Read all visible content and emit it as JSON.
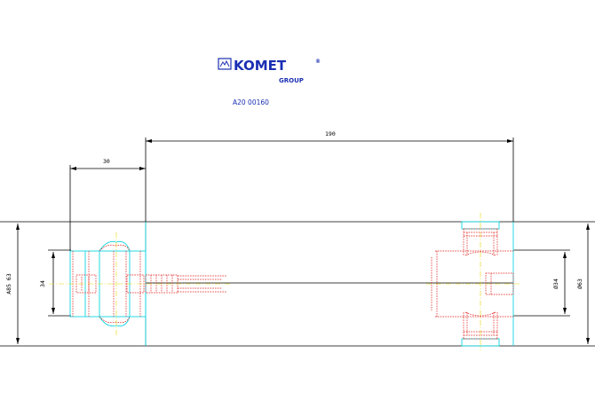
{
  "logo": {
    "brand": "KOMET",
    "registered": "®",
    "group": "GROUP"
  },
  "part_number": "A20 00160",
  "dimensions": {
    "overall_length": "190",
    "left_offset": "30",
    "height_left": "A85 63",
    "bore_left": "34",
    "diameter_inner": "Ø34",
    "diameter_outer": "Ø63"
  },
  "colors": {
    "outline": "#000000",
    "body": "#12d6e0",
    "hidden_lines": "#e01818",
    "center_lines": "#e6d800",
    "brand": "#1a2fb3"
  }
}
